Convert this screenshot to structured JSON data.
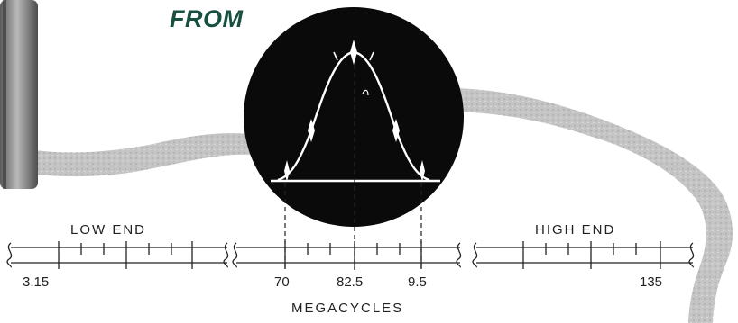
{
  "heading": "FROM",
  "scales": {
    "low": {
      "label": "LOW END",
      "value": "3.15"
    },
    "mid": {
      "values": [
        "70",
        "82.5",
        "9.5"
      ]
    },
    "high": {
      "label": "HIGH END",
      "value": "135"
    }
  },
  "axis_label": "MEGACYCLES",
  "colors": {
    "heading": "#184f41",
    "scope": "#0a0a0a",
    "ribbon": "#bdbdbd",
    "ink": "#222222"
  }
}
